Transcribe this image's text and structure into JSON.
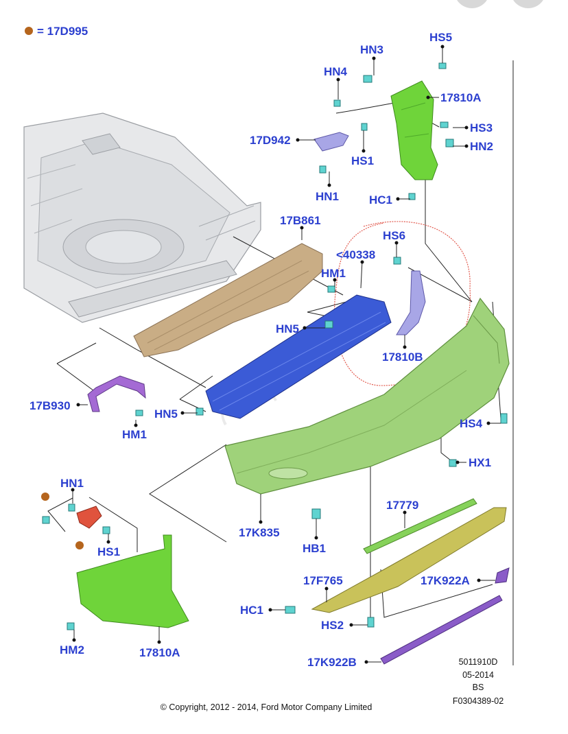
{
  "legend": {
    "marker_color": "#b5651d",
    "text": "= 17D995"
  },
  "labels": {
    "hs5": "HS5",
    "hn3": "HN3",
    "hn4": "HN4",
    "p17810a_top": "17810A",
    "hs3": "HS3",
    "p17d942": "17D942",
    "hn2": "HN2",
    "hs1_top": "HS1",
    "hn1_top": "HN1",
    "hc1_top": "HC1",
    "p17b861": "17B861",
    "hs6": "HS6",
    "p40338": "<40338",
    "hm1_top": "HM1",
    "hn5_mid": "HN5",
    "p17810b": "17810B",
    "p17b930": "17B930",
    "hn5_low": "HN5",
    "hm1_low": "HM1",
    "hs4": "HS4",
    "hx1": "HX1",
    "hn1_low": "HN1",
    "hs1_low": "HS1",
    "p17k835": "17K835",
    "hb1": "HB1",
    "p17779": "17779",
    "p17f765": "17F765",
    "p17k922a": "17K922A",
    "hc1_low": "HC1",
    "hs2": "HS2",
    "hm2": "HM2",
    "p17810a_low": "17810A",
    "p17k922b": "17K922B"
  },
  "meta": {
    "code": "5011910D",
    "date": "05-2014",
    "bs": "BS",
    "ref": "F0304389-02"
  },
  "copyright": "© Copyright, 2012 - 2014, Ford Motor Company Limited",
  "colors": {
    "label": "#2b3fcf",
    "bumper_green": "#9fd27a",
    "bracket_green": "#6fd43a",
    "absorber_tan": "#c9ad85",
    "beam_blue": "#3b5bd6",
    "bracket_lavender": "#a8a6e6",
    "strip_yellow": "#c9c25a",
    "strip_purple": "#8a5cc8",
    "highlight_red": "#e0533d",
    "clip_cyan": "#5fd3d0"
  }
}
